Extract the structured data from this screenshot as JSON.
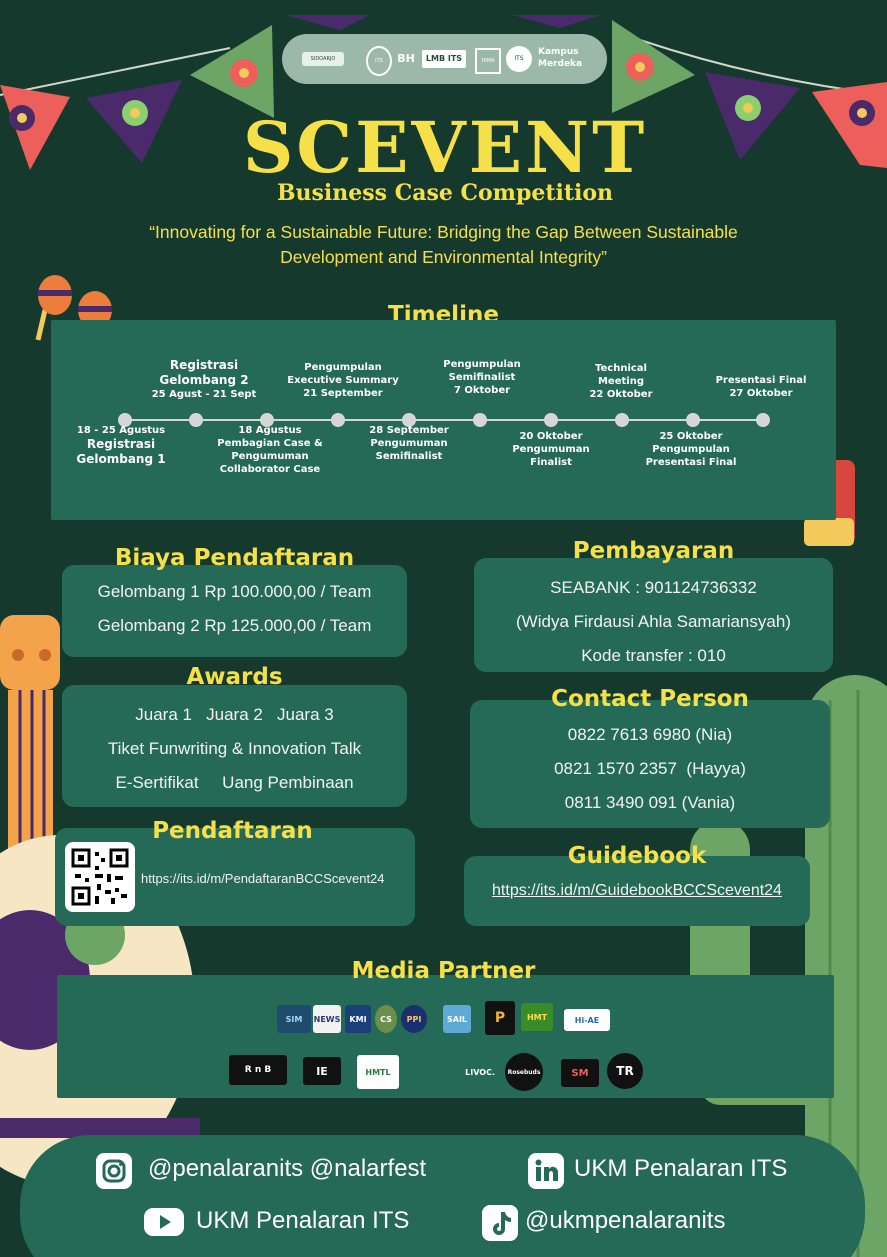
{
  "sponsors_pill": {
    "logos": [
      "SIDOARJO",
      "ITS",
      "BH",
      "LMB ITS",
      "HIMA",
      "ITS",
      "Kampus Merdeka"
    ]
  },
  "header": {
    "title": "SCEVENT",
    "subtitle": "Business Case Competition",
    "tagline_line1": "“Innovating for a Sustainable Future: Bridging the Gap Between Sustainable",
    "tagline_line2": "Development and Environmental Integrity”"
  },
  "timeline": {
    "heading": "Timeline",
    "top": [
      {
        "label": "Registrasi",
        "label2": "Gelombang 2",
        "date": "25 Agust - 21 Sept"
      },
      {
        "label": "Pengumpulan",
        "label2": "Executive Summary",
        "date": "21 September"
      },
      {
        "label": "Pengumpulan",
        "label2": "Semifinalist",
        "date": "7 Oktober"
      },
      {
        "label": "Technical",
        "label2": "Meeting",
        "date": "22 Oktober"
      },
      {
        "label": "Presentasi Final",
        "label2": "",
        "date": "27 Oktober"
      }
    ],
    "bottom": [
      {
        "date": "18 - 25 Agustus",
        "label": "Registrasi",
        "label2": "Gelombang 1",
        "label3": ""
      },
      {
        "date": "18 Agustus",
        "label": "Pembagian Case &",
        "label2": "Pengumuman",
        "label3": "Collaborator Case"
      },
      {
        "date": "28 September",
        "label": "Pengumuman",
        "label2": "Semifinalist",
        "label3": ""
      },
      {
        "date": "20 Oktober",
        "label": "Pengumuman",
        "label2": "Finalist",
        "label3": ""
      },
      {
        "date": "25 Oktober",
        "label": "Pengumpulan",
        "label2": "Presentasi Final",
        "label3": ""
      }
    ]
  },
  "fee": {
    "heading": "Biaya Pendaftaran",
    "line1": "Gelombang 1 Rp 100.000,00 / Team",
    "line2": "Gelombang 2 Rp 125.000,00 / Team"
  },
  "payment": {
    "heading": "Pembayaran",
    "bank": "SEABANK : 901124736332",
    "holder": "(Widya Firdausi Ahla Samariansyah)",
    "code": "Kode transfer : 010"
  },
  "awards": {
    "heading": "Awards",
    "line1": "Juara 1   Juara 2   Juara 3",
    "line2": "Tiket Funwriting & Innovation Talk",
    "line3": "E-Sertifikat     Uang Pembinaan"
  },
  "contact": {
    "heading": "Contact Person",
    "line1": "0822 7613 6980 (Nia)",
    "line2": "0821 1570 2357  (Hayya)",
    "line3": "0811 3490 091 (Vania)"
  },
  "registration": {
    "heading": "Pendaftaran",
    "link": "https://its.id/m/PendaftaranBCCScevent24"
  },
  "guidebook": {
    "heading": "Guidebook",
    "link": "https://its.id/m/GuidebookBCCScevent24"
  },
  "media_partner": {
    "heading": "Media Partner",
    "row1": [
      "SIM",
      "NEWS",
      "KMI",
      "CS",
      "PPI",
      "SAIL",
      "P",
      "HMT",
      "Hi-AE"
    ],
    "row2": [
      "R n B",
      "IE",
      "HMTL",
      "LIVOC.",
      "Rosebuds",
      "SM",
      "TR"
    ]
  },
  "socials": {
    "instagram": "@penalaranits @nalarfest",
    "linkedin": "UKM Penalaran ITS",
    "youtube": "UKM Penalaran ITS",
    "tiktok": "@ukmpenalaranits",
    "icons": [
      "instagram-icon",
      "linkedin-icon",
      "youtube-icon",
      "tiktok-icon"
    ]
  },
  "colors": {
    "background": "#15392c",
    "panel": "#246a56",
    "heading_yellow": "#f6e04a"
  }
}
